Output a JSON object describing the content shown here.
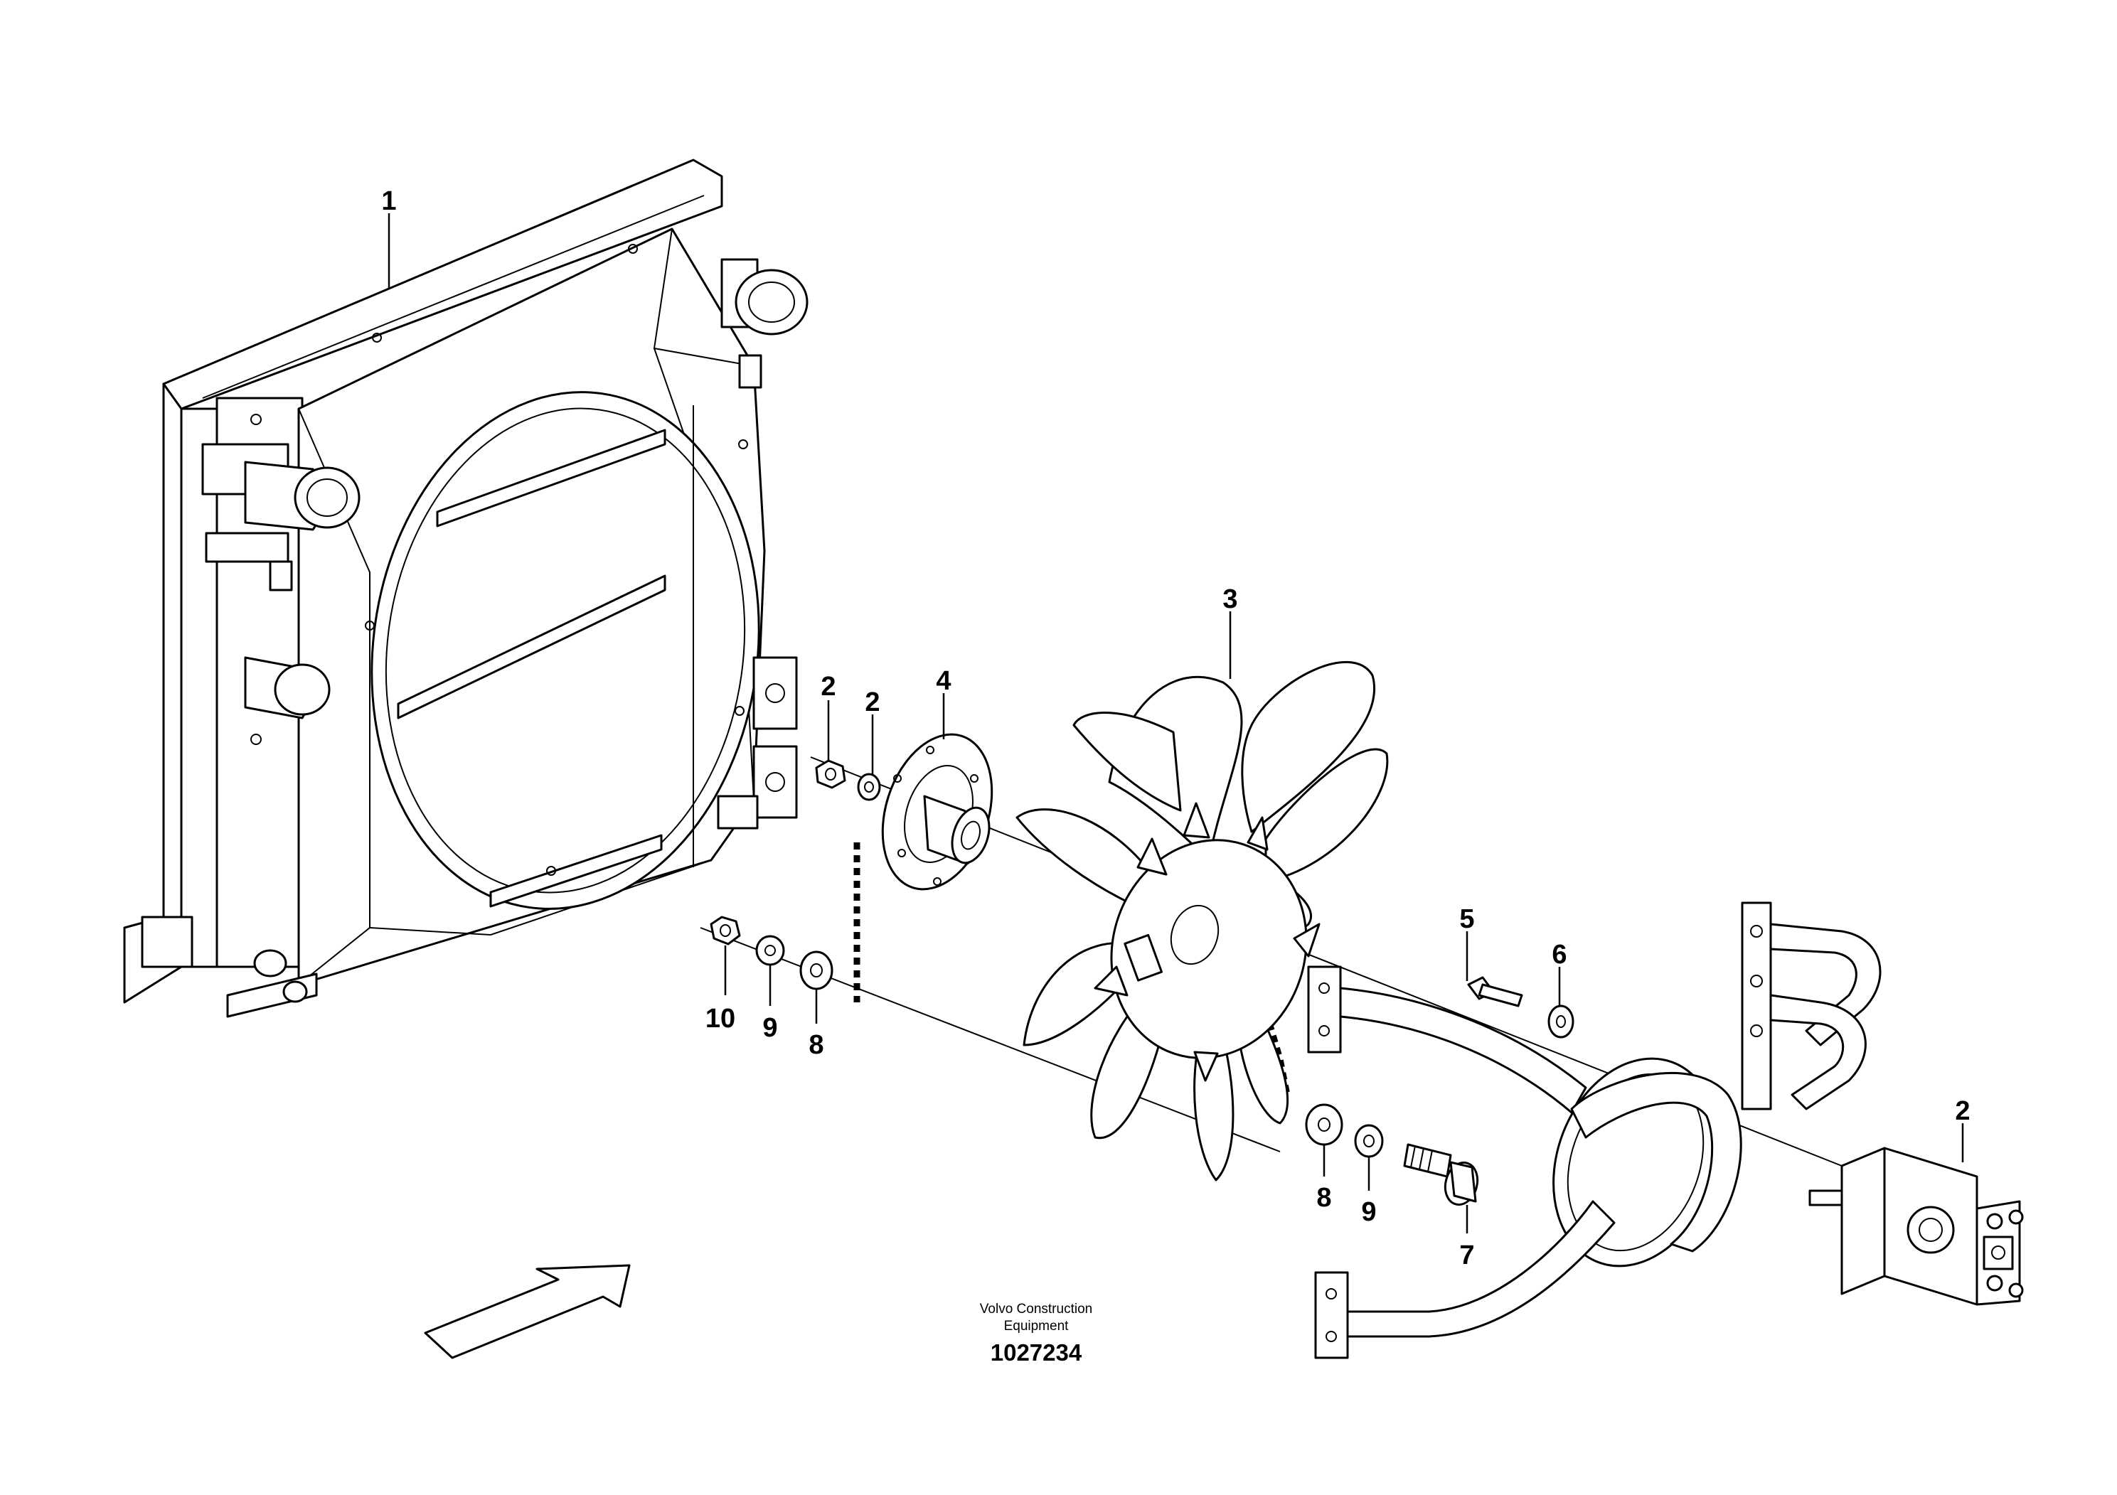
{
  "credit": {
    "line1": "Volvo Construction",
    "line2": "Equipment",
    "document_number": "1027234"
  },
  "callouts": [
    {
      "id": "radiator",
      "label": "1"
    },
    {
      "id": "nut-upper",
      "label": "2"
    },
    {
      "id": "washer-upper",
      "label": "2"
    },
    {
      "id": "hydraulic-motor",
      "label": "2"
    },
    {
      "id": "fan",
      "label": "3"
    },
    {
      "id": "hub",
      "label": "4"
    },
    {
      "id": "screw-bracket",
      "label": "5"
    },
    {
      "id": "washer-bracket",
      "label": "6"
    },
    {
      "id": "bolt",
      "label": "7"
    },
    {
      "id": "washer-left-large",
      "label": "8"
    },
    {
      "id": "washer-lower-large",
      "label": "8"
    },
    {
      "id": "washer-left-small",
      "label": "9"
    },
    {
      "id": "washer-lower-small",
      "label": "9"
    },
    {
      "id": "nut-left",
      "label": "10"
    }
  ],
  "icons": {
    "direction": "arrow-icon"
  }
}
